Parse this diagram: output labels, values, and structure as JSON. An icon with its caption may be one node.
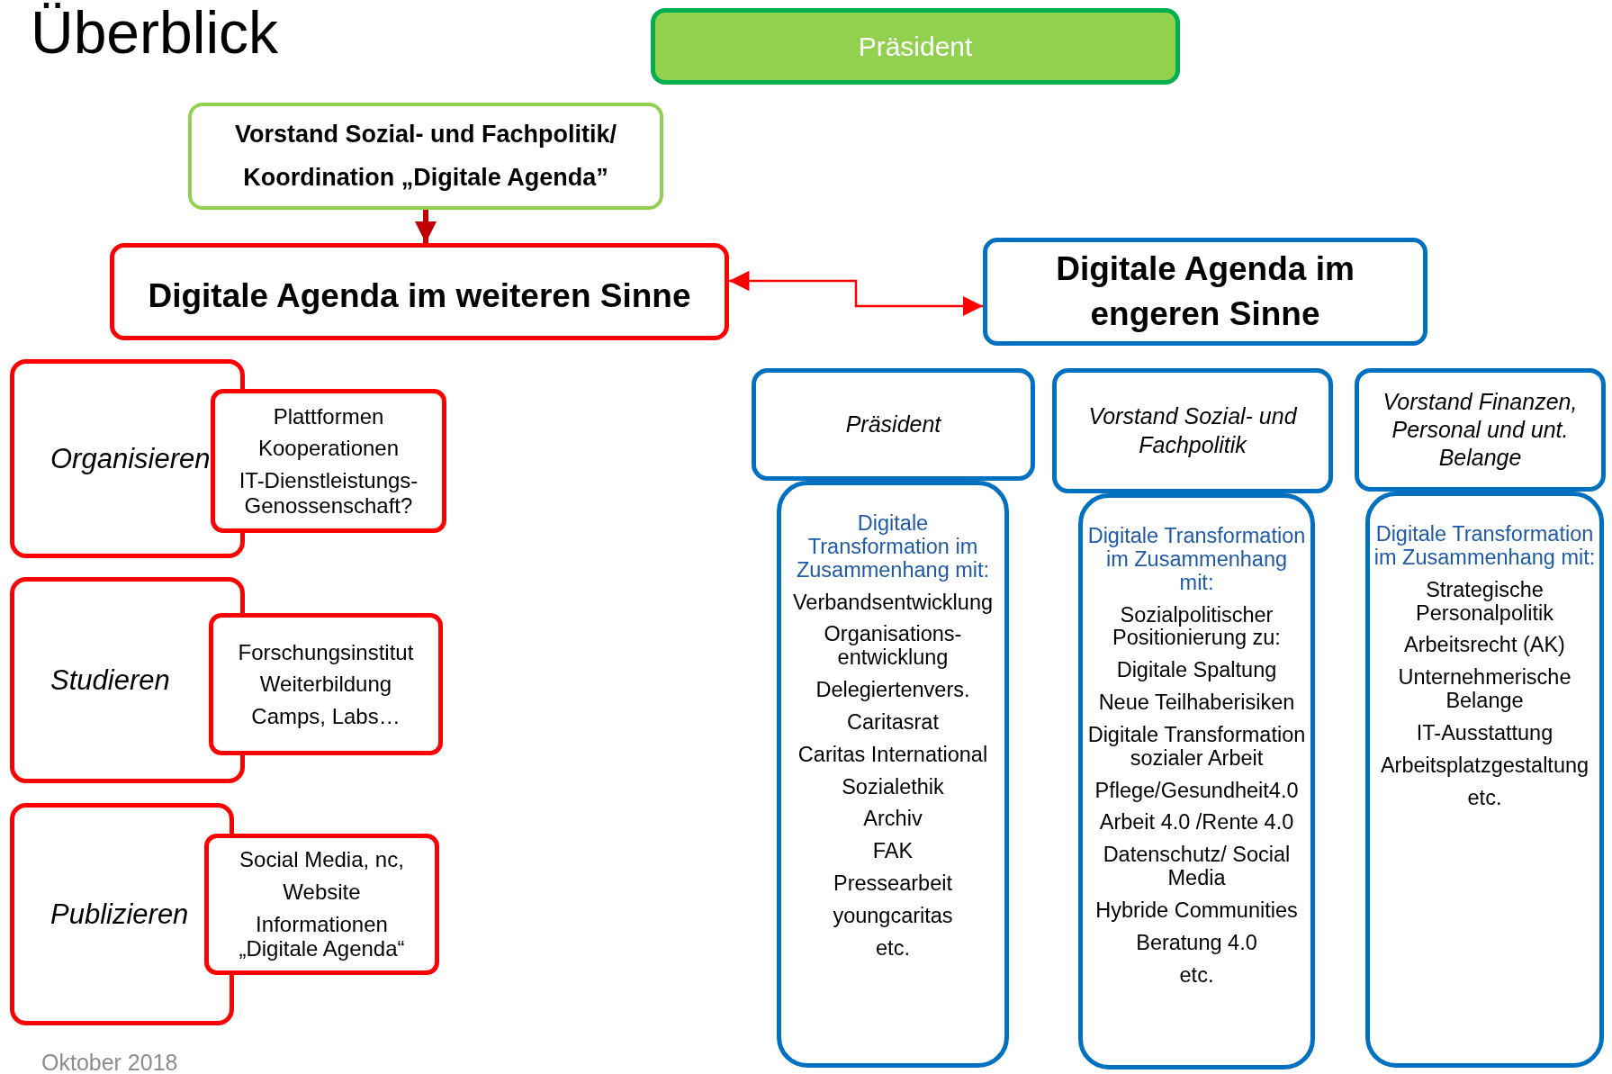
{
  "diagram": {
    "title": "Überblick",
    "nodes": [
      {
        "text": [
          "Präsident"
        ]
      },
      {
        "text": [
          "Vorstand Sozial- und Fachpolitik/ Koordination „Digitale Agenda”"
        ]
      },
      {
        "text": [
          "Digitale Agenda im weiteren Sinne"
        ]
      },
      {
        "text": [
          "Digitale Agenda im engeren Sinne"
        ]
      },
      {
        "text": [
          "Organisieren"
        ]
      },
      {
        "text": [
          "Plattformen",
          "Kooperationen",
          "IT-Dienstleistungs- Genossenschaft?"
        ]
      },
      {
        "text": [
          "Studieren"
        ]
      },
      {
        "text": [
          "Forschungsinstitut",
          "Weiterbildung",
          "Camps, Labs…"
        ]
      },
      {
        "text": [
          "Publizieren"
        ]
      },
      {
        "text": [
          "Social Media, nc,",
          "Website",
          "Informationen „Digitale Agenda“"
        ]
      },
      {
        "text": [
          "Präsident"
        ]
      },
      {
        "text": [
          "Digitale Transformation im Zusammenhang mit:",
          "Verbandsentwicklung",
          "Organisations- entwicklung",
          "Delegiertenvers.",
          "Caritasrat",
          "Caritas International",
          "Sozialethik",
          "Archiv",
          "FAK",
          "Pressearbeit",
          "youngcaritas",
          "etc."
        ]
      },
      {
        "text": [
          "Vorstand Sozial- und Fachpolitik"
        ]
      },
      {
        "text": [
          "Digitale Transformation im Zusammenhang mit:",
          "Sozialpolitischer Positionierung zu:",
          "Digitale Spaltung",
          "Neue Teilhaberisiken",
          "Digitale Transformation sozialer Arbeit",
          "Pflege/Gesundheit4.0",
          "Arbeit 4.0 /Rente 4.0",
          "Datenschutz/ Social Media",
          "Hybride Communities",
          "Beratung 4.0",
          "etc."
        ]
      },
      {
        "text": [
          "Vorstand Finanzen, Personal und unt. Belange"
        ]
      },
      {
        "text": [
          "Digitale Transformation im Zusammenhang mit:",
          "Strategische Personalpolitik",
          "Arbeitsrecht (AK)",
          "Unternehmerische Belange",
          "IT-Ausstattung",
          "Arbeitsplatzgestaltung",
          "etc."
        ]
      }
    ],
    "edges": [
      {
        "from": 1,
        "to": 2,
        "arrow": "to",
        "style": "thick",
        "color": "#c00000"
      },
      {
        "from": 2,
        "to": 3,
        "arrow": "both",
        "color": "#ff0000"
      }
    ],
    "labels": [
      "Oktober 2018"
    ]
  }
}
